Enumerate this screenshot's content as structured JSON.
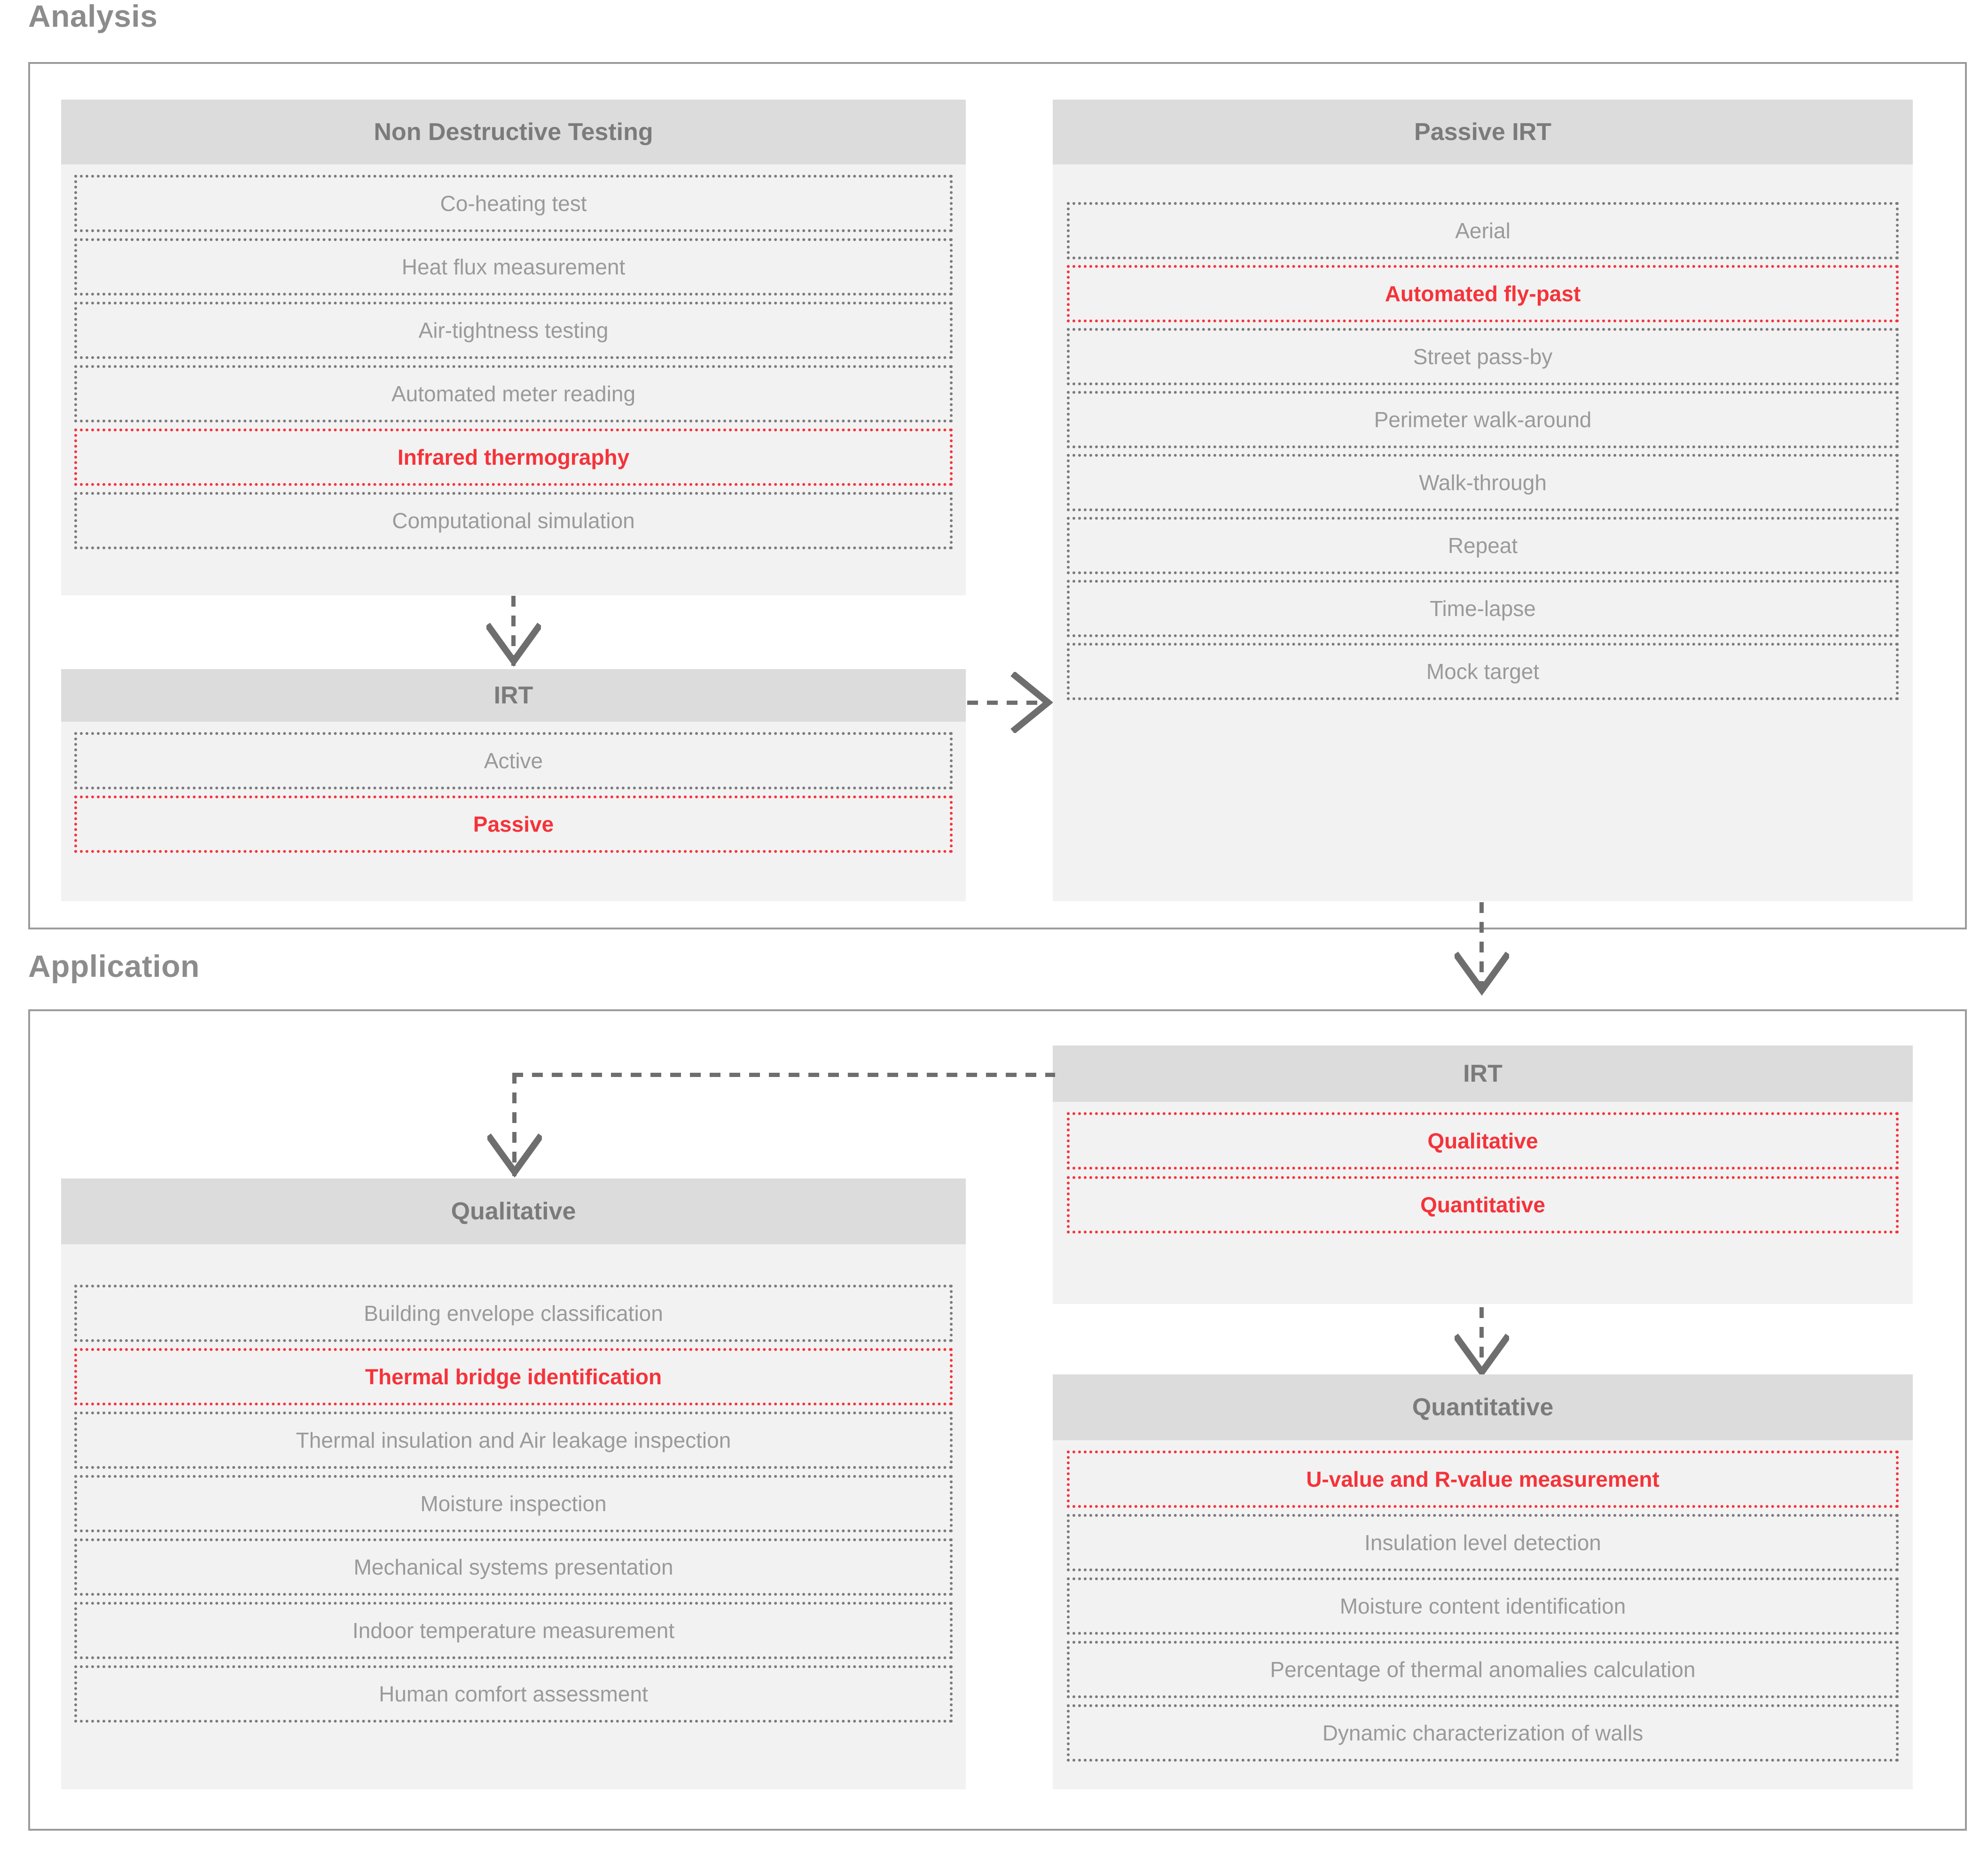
{
  "colors": {
    "highlight_red": "#f5333a",
    "header_gray": "#dcdcdc",
    "body_gray": "#f2f2f2",
    "text_gray": "#9a9a9a",
    "border_gray": "#9b9b9b"
  },
  "sections": [
    {
      "label": "Analysis"
    },
    {
      "label": "Application"
    }
  ],
  "analysis": {
    "ndt": {
      "title": "Non Destructive Testing",
      "items": [
        {
          "label": "Co-heating test",
          "highlight": false
        },
        {
          "label": "Heat flux measurement",
          "highlight": false
        },
        {
          "label": "Air-tightness testing",
          "highlight": false
        },
        {
          "label": "Automated meter reading",
          "highlight": false
        },
        {
          "label": "Infrared thermography",
          "highlight": true
        },
        {
          "label": "Computational simulation",
          "highlight": false
        }
      ]
    },
    "irt": {
      "title": "IRT",
      "items": [
        {
          "label": "Active",
          "highlight": false
        },
        {
          "label": "Passive",
          "highlight": true
        }
      ]
    },
    "passive_irt": {
      "title": "Passive IRT",
      "items": [
        {
          "label": "Aerial",
          "highlight": false
        },
        {
          "label": "Automated fly-past",
          "highlight": true
        },
        {
          "label": "Street pass-by",
          "highlight": false
        },
        {
          "label": "Perimeter walk-around",
          "highlight": false
        },
        {
          "label": "Walk-through",
          "highlight": false
        },
        {
          "label": "Repeat",
          "highlight": false
        },
        {
          "label": "Time-lapse",
          "highlight": false
        },
        {
          "label": "Mock target",
          "highlight": false
        }
      ]
    }
  },
  "application": {
    "irt": {
      "title": "IRT",
      "items": [
        {
          "label": "Qualitative",
          "highlight": true
        },
        {
          "label": "Quantitative",
          "highlight": true
        }
      ]
    },
    "qualitative": {
      "title": "Qualitative",
      "items": [
        {
          "label": "Building envelope classification",
          "highlight": false
        },
        {
          "label": "Thermal bridge identification",
          "highlight": true
        },
        {
          "label": "Thermal insulation and Air leakage inspection",
          "highlight": false
        },
        {
          "label": "Moisture inspection",
          "highlight": false
        },
        {
          "label": "Mechanical systems presentation",
          "highlight": false
        },
        {
          "label": "Indoor temperature measurement",
          "highlight": false
        },
        {
          "label": "Human comfort assessment",
          "highlight": false
        }
      ]
    },
    "quantitative": {
      "title": "Quantitative",
      "items": [
        {
          "label": "U-value and R-value measurement",
          "highlight": true
        },
        {
          "label": "Insulation level detection",
          "highlight": false
        },
        {
          "label": "Moisture content identification",
          "highlight": false
        },
        {
          "label": "Percentage of thermal anomalies calculation",
          "highlight": false
        },
        {
          "label": "Dynamic characterization of walls",
          "highlight": false
        }
      ]
    }
  }
}
